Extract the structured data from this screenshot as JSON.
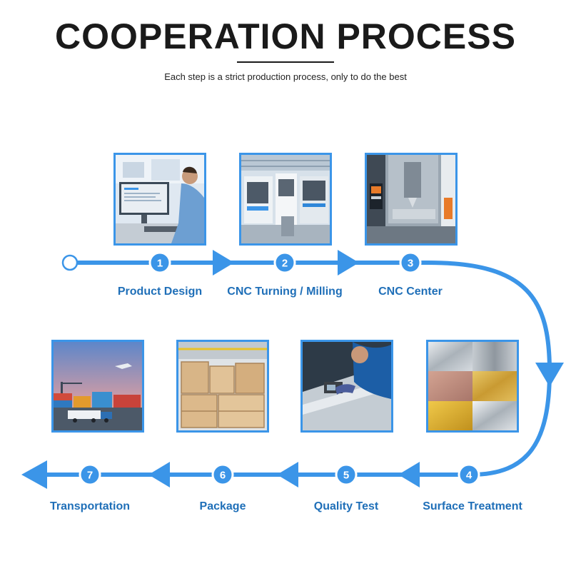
{
  "header": {
    "title": "COOPERATION PROCESS",
    "subtitle": "Each step is a strict production process, only to do the best"
  },
  "colors": {
    "flow_line": "#3b95e8",
    "label_text": "#1f6fb8",
    "title_text": "#1a1a1a"
  },
  "steps": [
    {
      "number": "1",
      "label": "Product Design",
      "image": "office-computer-design-photo"
    },
    {
      "number": "2",
      "label": "CNC Turning / Milling",
      "image": "cnc-machines-factory-photo"
    },
    {
      "number": "3",
      "label": "CNC Center",
      "image": "cnc-machining-center-photo"
    },
    {
      "number": "4",
      "label": "Surface Treatment",
      "image": "metal-finish-swatches-photo"
    },
    {
      "number": "5",
      "label": "Quality Test",
      "image": "quality-inspection-photo"
    },
    {
      "number": "6",
      "label": "Package",
      "image": "wooden-crates-warehouse-photo"
    },
    {
      "number": "7",
      "label": "Transportation",
      "image": "shipping-port-containers-photo"
    }
  ]
}
